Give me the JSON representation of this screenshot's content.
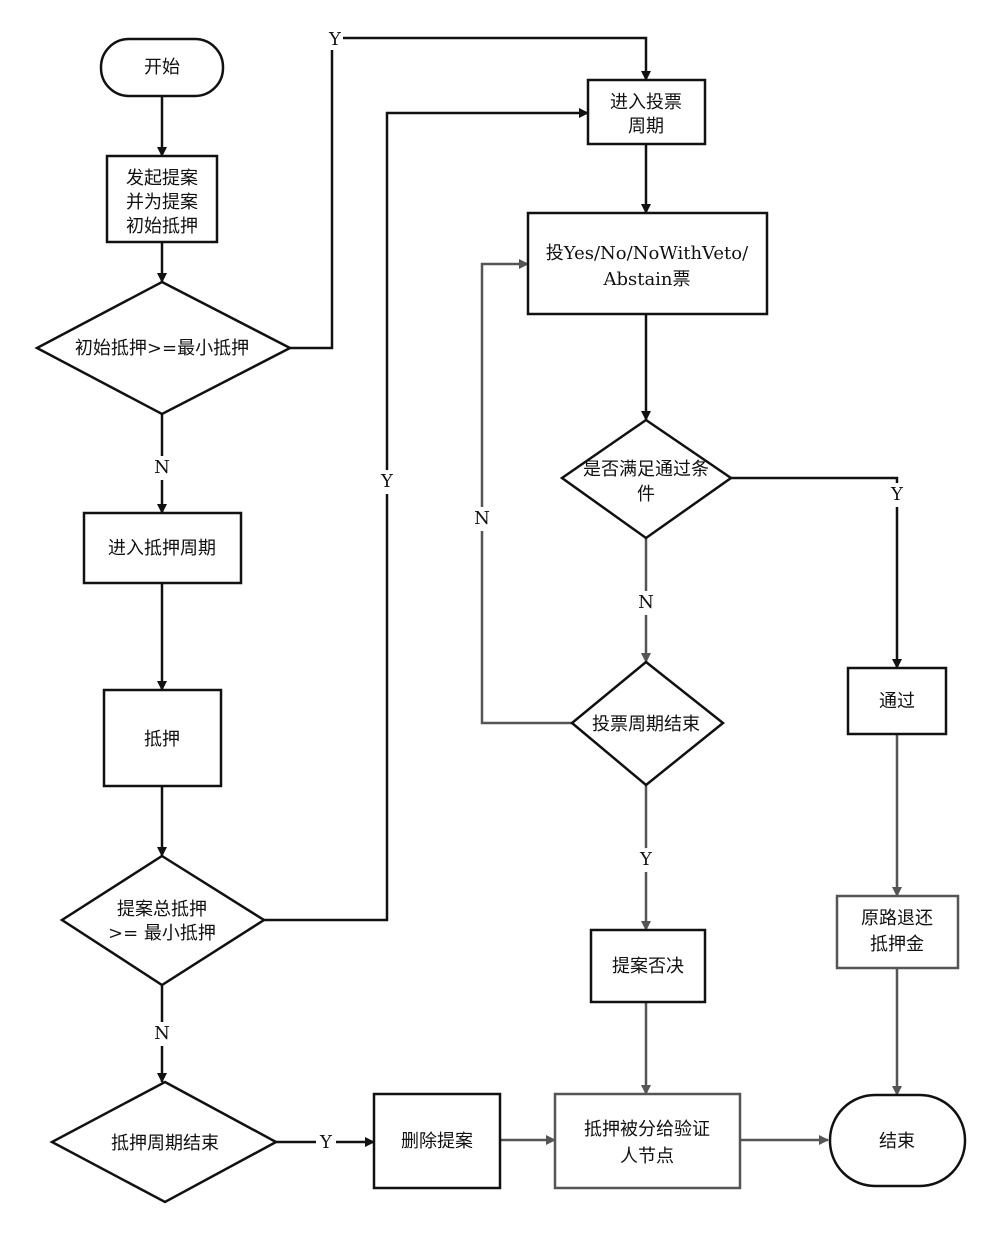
{
  "nodes": {
    "start": "开始",
    "propose": [
      "发起提案",
      "并为提案",
      "初始抵押"
    ],
    "check_initial": "初始抵押>=最小抵押",
    "deposit_period": "进入抵押周期",
    "deposit": "抵押",
    "check_total": [
      "提案总抵押",
      ">= 最小抵押"
    ],
    "deposit_period_end": "抵押周期结束",
    "delete_proposal": "删除提案",
    "enter_voting": [
      "进入投票",
      "周期"
    ],
    "vote": [
      "投Yes/No/NoWithVeto/",
      "Abstain票"
    ],
    "check_pass": [
      "是否满足通过条",
      "件"
    ],
    "voting_end": "投票周期结束",
    "reject": "提案否决",
    "distribute": [
      "抵押被分给验证",
      "人节点"
    ],
    "passed": "通过",
    "refund": [
      "原路退还",
      "抵押金"
    ],
    "end": "结束"
  },
  "edge_labels": {
    "initial_yes": "Y",
    "initial_no": "N",
    "total_yes": "Y",
    "total_no": "N",
    "deposit_end_yes": "Y",
    "pass_yes": "Y",
    "pass_no": "N",
    "voting_end_no": "N",
    "voting_end_yes": "Y"
  }
}
